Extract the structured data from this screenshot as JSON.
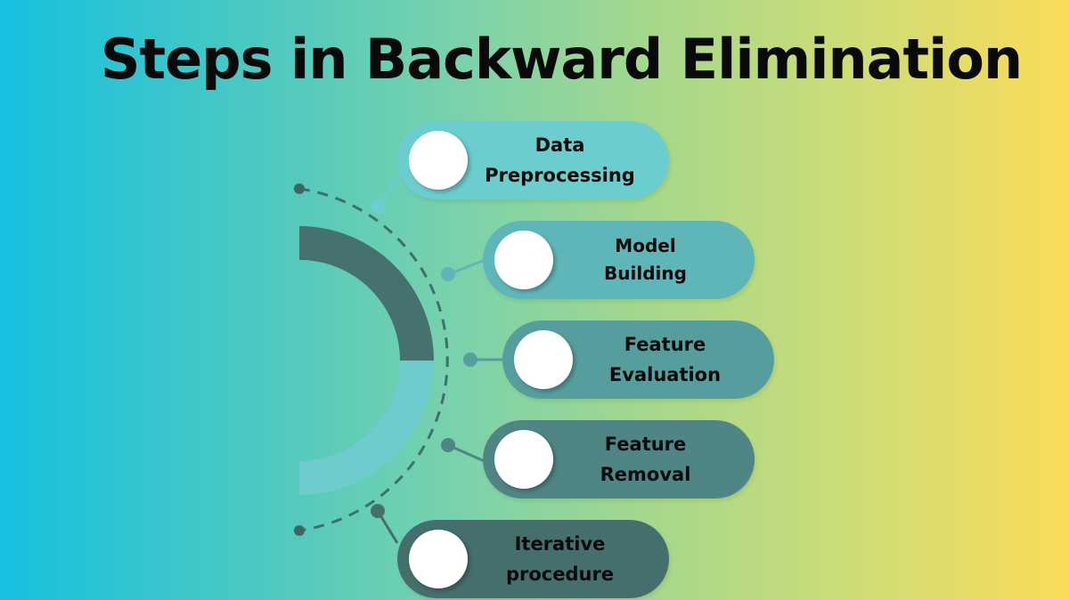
{
  "title": "Steps in Backward Elimination",
  "colors": {
    "gradient_left": "#16c0e0",
    "gradient_right": "#fbdc58",
    "arc_dark": "#45726f",
    "arc_light": "#6ecccc"
  },
  "steps": [
    {
      "line1": "Data",
      "line2": "Preprocessing",
      "color": "#6ccdcf"
    },
    {
      "line1": "Model",
      "line2": "Building",
      "color": "#5fb6b8"
    },
    {
      "line1": "Feature",
      "line2": "Evaluation",
      "color": "#569e9d"
    },
    {
      "line1": "Feature",
      "line2": "Removal",
      "color": "#4f8584"
    },
    {
      "line1": "Iterative",
      "line2": "procedure",
      "color": "#456f6c"
    }
  ]
}
